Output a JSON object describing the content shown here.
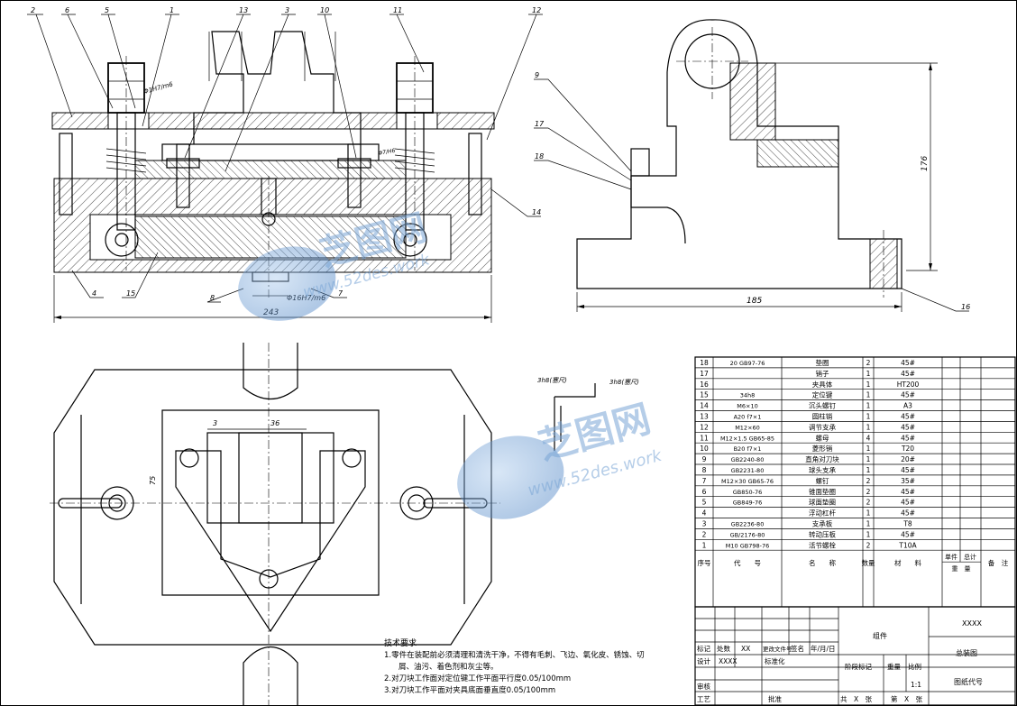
{
  "watermark": {
    "brand": "芝图网",
    "site": "www.52des.work"
  },
  "balloons": [
    "2",
    "6",
    "5",
    "1",
    "13",
    "3",
    "10",
    "11",
    "12",
    "9",
    "17",
    "14",
    "18",
    "16",
    "4",
    "15",
    "8",
    "7"
  ],
  "dimensions": {
    "front_width": "243",
    "side_width": "185",
    "side_height": "176",
    "fit_h7m6_a": "Φ1H7/m6",
    "fit_h7m6_b": "Φ16H7/m6",
    "fit_small": "Φ7/H6",
    "plan_3": "3",
    "plan_36": "36",
    "plan_75": "75",
    "gauge_1": "3h8(塞尺)",
    "gauge_2": "3h8(塞尺)"
  },
  "bom": {
    "rows": [
      {
        "no": "18",
        "code": "20 GB97-76",
        "name": "垫圈",
        "qty": "2",
        "mat": "45#"
      },
      {
        "no": "17",
        "code": "",
        "name": "销子",
        "qty": "1",
        "mat": "45#"
      },
      {
        "no": "16",
        "code": "",
        "name": "夹具体",
        "qty": "1",
        "mat": "HT200"
      },
      {
        "no": "15",
        "code": "34h8",
        "name": "定位键",
        "qty": "1",
        "mat": "45#"
      },
      {
        "no": "14",
        "code": "M6×10",
        "name": "沉头螺钉",
        "qty": "1",
        "mat": "A3"
      },
      {
        "no": "13",
        "code": "A20 f7×1",
        "name": "圆柱销",
        "qty": "1",
        "mat": "45#"
      },
      {
        "no": "12",
        "code": "M12×60",
        "name": "调节支承",
        "qty": "1",
        "mat": "45#"
      },
      {
        "no": "11",
        "code": "M12×1.5 GB65-85",
        "name": "螺母",
        "qty": "4",
        "mat": "45#"
      },
      {
        "no": "10",
        "code": "B20 f7×1",
        "name": "菱形销",
        "qty": "1",
        "mat": "T20"
      },
      {
        "no": "9",
        "code": "GB2240-80",
        "name": "直角对刀块",
        "qty": "1",
        "mat": "20#"
      },
      {
        "no": "8",
        "code": "GB2231-80",
        "name": "球头支承",
        "qty": "1",
        "mat": "45#"
      },
      {
        "no": "7",
        "code": "M12×30 GB65-76",
        "name": "螺钉",
        "qty": "2",
        "mat": "35#"
      },
      {
        "no": "6",
        "code": "GB850-76",
        "name": "锥面垫圈",
        "qty": "2",
        "mat": "45#"
      },
      {
        "no": "5",
        "code": "GB849-76",
        "name": "球面垫圈",
        "qty": "2",
        "mat": "45#"
      },
      {
        "no": "4",
        "code": "",
        "name": "浮动杠杆",
        "qty": "1",
        "mat": "45#"
      },
      {
        "no": "3",
        "code": "GB2236-80",
        "name": "支承板",
        "qty": "1",
        "mat": "T8"
      },
      {
        "no": "2",
        "code": "GB/2176-80",
        "name": "转动压板",
        "qty": "1",
        "mat": "45#"
      },
      {
        "no": "1",
        "code": "M10 GB798-76",
        "name": "活节螺栓",
        "qty": "2",
        "mat": "T10A"
      }
    ],
    "header": {
      "no": "序号",
      "code": "代　　号",
      "name": "名　　称",
      "qty": "数量",
      "mat": "材　　料",
      "unit": "单件",
      "total": "总计",
      "weight": "重　量",
      "remark": "备　注"
    }
  },
  "title_block": {
    "org": "XXXX",
    "part": "组件",
    "drawing_name": "总装图",
    "drawing_code": "图纸代号",
    "marker": "标记",
    "zones": "处数",
    "zone_val": "XX",
    "change_doc": "更改文件号",
    "signature": "签名",
    "date": "年/月/日",
    "design": "设计",
    "design_val": "XXXX",
    "standard": "标准化",
    "stage": "阶段标记",
    "weight": "重量",
    "scale": "比例",
    "scale_val": "1:1",
    "check": "审核",
    "process": "工艺",
    "approve": "批准",
    "sheets": "共　X　张",
    "sheet": "第　X　张"
  },
  "tech_req": {
    "title": "技术要求",
    "items": [
      "1.零件在装配前必须清理和清洗干净，不得有毛刺、飞边、氧化皮、锈蚀、切",
      "屑、油污、着色剂和灰尘等。",
      "2.对刀块工作面对定位键工作平面平行度0.05/100mm",
      "3.对刀块工作平面对夹具底面垂直度0.05/100mm"
    ]
  }
}
